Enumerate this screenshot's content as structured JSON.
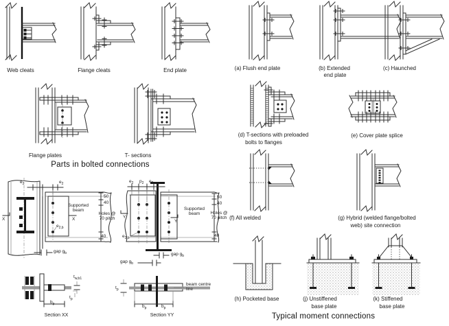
{
  "bolted": {
    "heading": "Parts in bolted connections",
    "captions": {
      "web_cleats": "Web cleats",
      "flange_cleats": "Flange cleats",
      "end_plate": "End plate",
      "flange_plates": "Flange plates",
      "t_sections": "T- sections"
    },
    "detail_left": {
      "e2_left": {
        "base": "e",
        "sub": "2"
      },
      "e2_right": {
        "base": "e",
        "sub": "2"
      },
      "supported_beam": "Supported beam",
      "dim_50": "50",
      "dim_40_top": "40",
      "holes": "Holes @ 70 pitch",
      "dim_40_bottom": "40",
      "gap": {
        "base": "gap g",
        "sub": "b"
      },
      "x_left": "X",
      "x_mid": "X",
      "e2b": {
        "base": "e",
        "sub": "2,b"
      }
    },
    "detail_right": {
      "e2_left": {
        "base": "e",
        "sub": "2"
      },
      "p2": {
        "base": "p",
        "sub": "2"
      },
      "e2_right": {
        "base": "e",
        "sub": "2"
      },
      "supported_beam": "Supported beam",
      "dim_50": "50",
      "dim_40_top": "40",
      "holes": "Holes @ 70 pitch",
      "dim_40_bottom": "40",
      "gap_right": {
        "base": "gap g",
        "sub": "b"
      },
      "gap_left": {
        "base": "gap g",
        "sub": "b"
      },
      "y_left": "Y",
      "y_mid": "Y",
      "e2b": {
        "base": "e",
        "sub": "2,b"
      }
    },
    "section_xx": {
      "caption": "Section XX",
      "twb1": {
        "base": "t",
        "sub": "w,b1"
      },
      "tp": {
        "base": "t",
        "sub": "p"
      },
      "bp": {
        "base": "b",
        "sub": "p"
      }
    },
    "section_yy": {
      "caption": "Section YY",
      "tp": {
        "base": "t",
        "sub": "p"
      },
      "beam_centre_line": "beam centre line",
      "bp_left": {
        "base": "b",
        "sub": "p"
      },
      "bp_right": {
        "base": "b",
        "sub": "p"
      }
    }
  },
  "moment": {
    "heading": "Typical moment connections",
    "captions": {
      "a": "(a) Flush end plate",
      "b_line1": "(b) Extended",
      "b_line2": "end plate",
      "c": "(c) Haunched",
      "d_line1": "(d) T-sections with preloaded",
      "d_line2": "bolts to flanges",
      "e": "(e) Cover plate splice",
      "f": "(f) All welded",
      "g_line1": "(g) Hybrid (welded flange/bolted",
      "g_line2": "web) site connection",
      "h": "(h) Pocketed base",
      "j_line1": "(j) Unstiffened",
      "j_line2": "base plate",
      "k_line1": "(k) Stiffened",
      "k_line2": "base plate"
    }
  }
}
